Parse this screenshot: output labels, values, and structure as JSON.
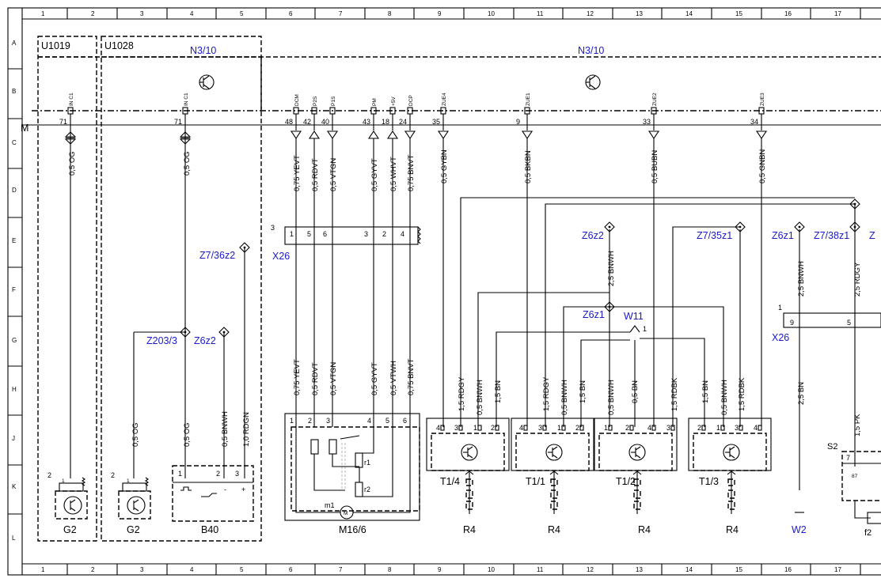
{
  "grid": {
    "cols": [
      "1",
      "2",
      "3",
      "4",
      "5",
      "6",
      "7",
      "8",
      "9",
      "10",
      "11",
      "12",
      "13",
      "14",
      "15",
      "16",
      "17"
    ],
    "rows": [
      "A",
      "B",
      "C",
      "D",
      "E",
      "F",
      "G",
      "H",
      "J",
      "K",
      "L"
    ]
  },
  "modules": {
    "u1019": "U1019",
    "u1028": "U1028",
    "n3_10_a": "N3/10",
    "n3_10_b": "N3/10",
    "bus": "M"
  },
  "pins": [
    {
      "name": "IN C1",
      "num": "71"
    },
    {
      "name": "IN C1",
      "num": "71"
    },
    {
      "name": "DCM",
      "num": "48"
    },
    {
      "name": "P2S",
      "num": "42"
    },
    {
      "name": "P1S",
      "num": "40"
    },
    {
      "name": "PM",
      "num": "43"
    },
    {
      "name": "+5V",
      "num": "18"
    },
    {
      "name": "DCP",
      "num": "24"
    },
    {
      "name": "ZUE4",
      "num": "35"
    },
    {
      "name": "ZUE1",
      "num": "9"
    },
    {
      "name": "ZUE2",
      "num": "33"
    },
    {
      "name": "ZUE3",
      "num": "34"
    }
  ],
  "wires": {
    "w1": "0,5 OG",
    "w2": "0,5 OG",
    "w3": "0,75 YEVT",
    "w4": "0,5 RDVT",
    "w5": "0,5 VTGN",
    "w6": "0,5 GYVT",
    "w7": "0,5 WHVT",
    "w8": "0,75 BNVT",
    "w9": "0,5 GYBN",
    "w10": "0,5 BKBN",
    "w11": "0,5 BUBN",
    "w12": "0,5 GNBN",
    "w13": "2,5 BNWH",
    "w14": "2,5 BNWH",
    "w15": "2,5 RDGY",
    "w16": "1,0 RDGN",
    "w17": "0,5 OG",
    "w18": "0,5 OG",
    "w19": "0,5 BNWH",
    "w20": "0,75 YEVT",
    "w21": "0,5 RDVT",
    "w22": "0,5 VTGN",
    "w23": "0,5 GYVT",
    "w24": "0,5 VTWH",
    "w25": "0,75 BNVT",
    "w26": "1,5 RDGY",
    "w27": "0,5 BNWH",
    "w28": "1,5 BN",
    "w29": "1,5 RDGY",
    "w30": "0,5 BNWH",
    "w31": "1,5 BN",
    "w32": "0,5 BNWH",
    "w33": "0,5 BN",
    "w34": "1,5 RDBK",
    "w35": "1,5 BN",
    "w36": "0,5 BNWH",
    "w37": "1,5 RDBK",
    "w38": "2,5 BN",
    "w39": "1,5 PK"
  },
  "nodes": {
    "z7_36z2": "Z7/36z2",
    "z203_3": "Z203/3",
    "z6z2_a": "Z6z2",
    "z6z2_b": "Z6z2",
    "z7_35z1": "Z7/35z1",
    "z6z1_a": "Z6z1",
    "z6z1_b": "Z6z1",
    "z7_38z1": "Z7/38z1",
    "w11": "W11",
    "x26_a": "X26",
    "x26_b": "X26",
    "z_cut": "Z"
  },
  "components": {
    "g2_a": "G2",
    "g2_b": "G2",
    "b40": "B40",
    "m16_6": "M16/6",
    "t1_4": "T1/4",
    "t1_1": "T1/1",
    "t1_2": "T1/2",
    "t1_3": "T1/3",
    "r4_a": "R4",
    "r4_b": "R4",
    "r4_c": "R4",
    "r4_d": "R4",
    "w2": "W2",
    "s2": "S2",
    "f2": "f2",
    "m1": "m1",
    "r1": "r1",
    "r2": "r2",
    "M": "M"
  },
  "pin_numbers": {
    "x26_conn": "3",
    "x26_1": "1",
    "x26_5": "5",
    "x26_6": "6",
    "x26_3": "3",
    "x26_2": "2",
    "x26_4": "4",
    "m16_1": "1",
    "m16_2": "2",
    "m16_3": "3",
    "m16_4": "4",
    "m16_5": "5",
    "m16_6": "6",
    "g2a_2": "2",
    "g2a_1": "1",
    "g2b_2": "2",
    "g2b_1": "1",
    "b40_1": "1",
    "b40_2": "2",
    "b40_3": "3",
    "b40_minus": "-",
    "b40_plus": "+",
    "t14_4": "4",
    "t14_3": "3",
    "t14_1": "1",
    "t14_2": "2",
    "t11_4": "4",
    "t11_3": "3",
    "t11_1": "1",
    "t11_2": "2",
    "t12_1": "1",
    "t12_2": "2",
    "t12_4": "4",
    "t12_3": "3",
    "t13_2": "2",
    "t13_1": "1",
    "t13_3": "3",
    "t13_4": "4",
    "w11_1": "1",
    "x26b_1": "1",
    "x26b_9": "9",
    "x26b_5": "5",
    "s2_7": "7",
    "s2_87": "87"
  }
}
